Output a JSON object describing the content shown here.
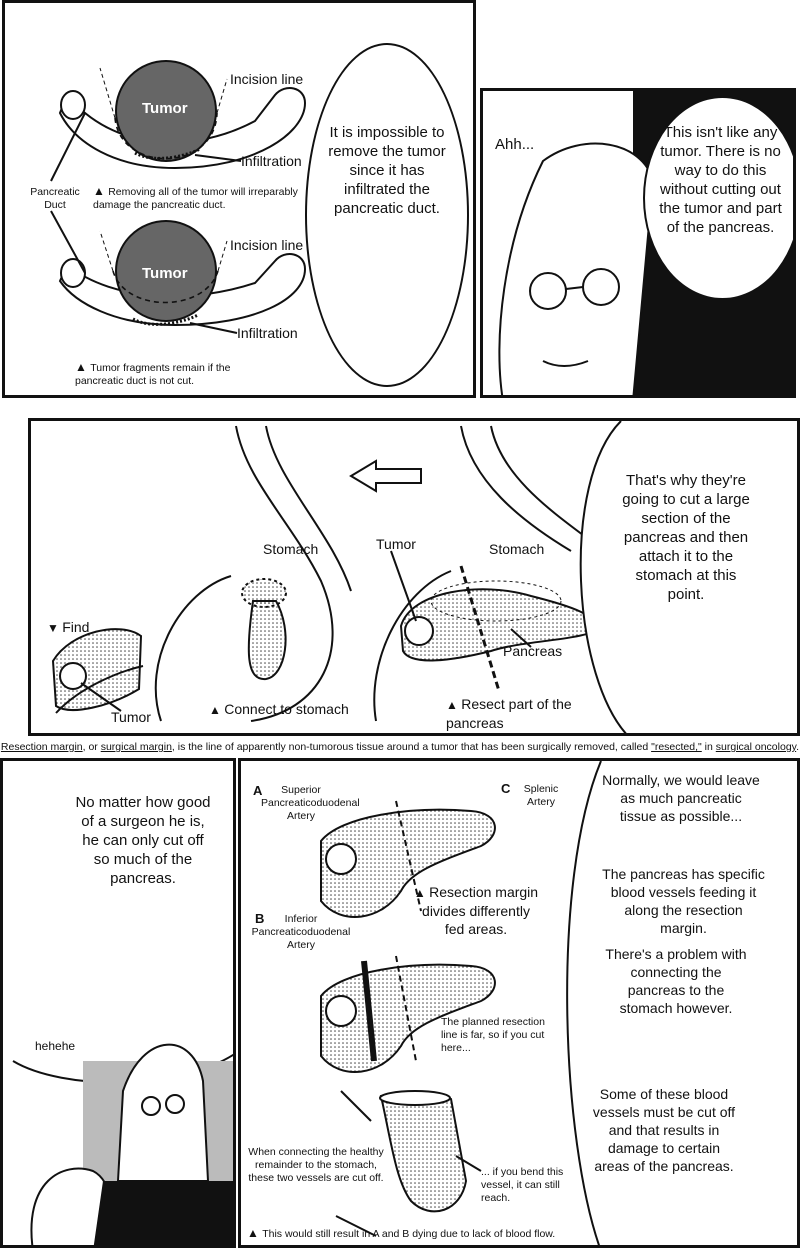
{
  "panel1": {
    "diagram1": {
      "tumor": "Tumor",
      "incision": "Incision line",
      "infiltration": "Infiltration",
      "note": "Removing all of the tumor will irreparably damage the pancreatic duct."
    },
    "duct_label": "Pancreatic Duct",
    "diagram2": {
      "tumor": "Tumor",
      "incision": "Incision line",
      "infiltration": "Infiltration",
      "note": "Tumor fragments remain if the pancreatic duct is not cut."
    },
    "bubble": "It is impossible to remove the tumor since it has infiltrated the pancreatic duct."
  },
  "panel2": {
    "ahh": "Ahh...",
    "bubble": "This isn't like any tumor. There is no way to do this without cutting out the tumor and part of the pancreas."
  },
  "panel3": {
    "find": "Find",
    "tumor_left": "Tumor",
    "stomach_mid": "Stomach",
    "connect": "Connect to stomach",
    "tumor_right": "Tumor",
    "stomach_right": "Stomach",
    "pancreas": "Pancreas",
    "resect": "Resect part of the pancreas",
    "bubble": "That's why they're going to cut a large section of the pancreas and then attach it to the stomach at this point."
  },
  "caption": {
    "term1": "Resection margin",
    "sep1": ", or ",
    "term2": "surgical margin",
    "mid": ", is the line of apparently non-tumorous tissue around a tumor that has been surgically removed, called ",
    "term3": "\"resected,\"",
    "mid2": " in ",
    "term4": "surgical oncology",
    "end": "."
  },
  "panel4": {
    "bubble": "No matter how good of a surgeon he is, he can only cut off so much of the pancreas.",
    "sfx": "hehehe"
  },
  "panel5": {
    "a_letter": "A",
    "a_label": "Superior Pancreaticoduodenal Artery",
    "b_letter": "B",
    "b_label": "Inferior Pancreaticoduodenal Artery",
    "c_letter": "C",
    "c_label": "Splenic Artery",
    "margin_note": "Resection margin divides differently fed areas.",
    "planned_note": "The planned resection line is far, so if you cut here...",
    "connect_note": "When connecting the healthy remainder to the stomach, these two vessels are cut off.",
    "bend_note": "... if you bend this vessel, it can still reach.",
    "bottom_note": "This would still result in A and B dying due to lack of blood flow.",
    "bubble1": "Normally, we would leave as much pancreatic tissue as possible...",
    "bubble2": "The pancreas has specific blood vessels feeding it along the resection margin.",
    "bubble3": "There's a problem with connecting the pancreas to the stomach however.",
    "bubble4": "Some of these blood vessels must be cut off and that results in damage to certain areas of the pancreas."
  }
}
